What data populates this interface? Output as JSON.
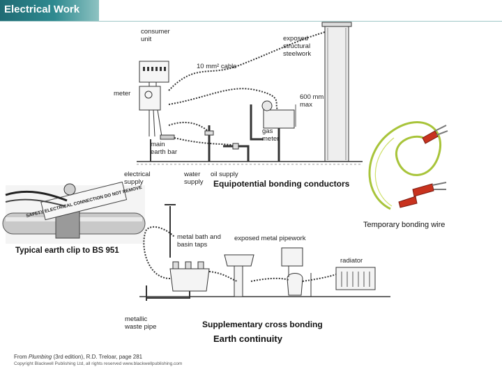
{
  "title": "Electrical Work",
  "top_diagram": {
    "labels": {
      "consumer_unit": "consumer unit",
      "exposed_steelwork": "exposed structural steelwork",
      "cable": "10 mm² cable",
      "meter": "meter",
      "max_distance": "600 mm max",
      "gas_meter": "gas meter",
      "main_earth_bar": "main earth bar",
      "electrical_supply": "electrical supply",
      "water_supply": "water supply",
      "oil_supply": "oil supply"
    },
    "caption": "Equipotential bonding conductors"
  },
  "photo_clip": {
    "clip_text": "SAFETY ELECTRICAL CONNECTION DO NOT REMOVE",
    "caption": "Typical earth clip to BS 951"
  },
  "photo_wire": {
    "caption": "Temporary bonding wire"
  },
  "bottom_diagram": {
    "labels": {
      "bath_taps": "metal bath and basin taps",
      "pipework": "exposed metal pipework",
      "radiator": "radiator",
      "waste_pipe": "metallic waste pipe"
    },
    "caption": "Supplementary cross bonding"
  },
  "main_caption": "Earth continuity",
  "footer": {
    "source_prefix": "From ",
    "source_book": "Plumbing",
    "source_rest": " (3rd edition), R.D. Treloar, page 281",
    "copyright": "Copyright Blackwell Publishing Ltd, all rights reserved  www.blackwellpublishing.com"
  },
  "colors": {
    "title_bar": "#2f8a90",
    "wire_green": "#a8c43a",
    "clamp_red": "#c8321e"
  }
}
